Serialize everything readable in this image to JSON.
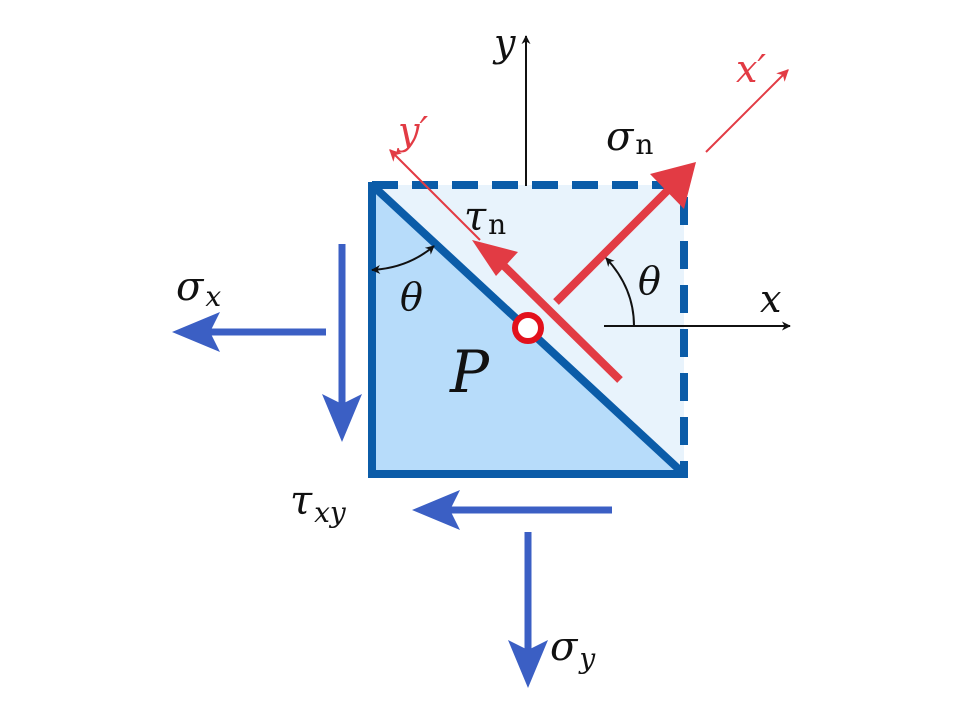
{
  "labels": {
    "x_axis": "x",
    "y_axis": "y",
    "x_prime": "x′",
    "y_prime": "y′",
    "point": "P",
    "theta_left": "θ",
    "theta_right": "θ",
    "sigma": "σ",
    "tau": "τ",
    "sub_n": "n",
    "sub_x": "x",
    "sub_y": "y",
    "sub_xy": "xy"
  },
  "colors": {
    "element_blue": "#0b5ca8",
    "fill_light": "#e8f3fc",
    "fill_triangle": "#b7dcfa",
    "arrow_blue": "#3b5fc4",
    "arrow_red": "#e23b44",
    "point_red": "#e2101c",
    "axis_black": "#111111"
  }
}
